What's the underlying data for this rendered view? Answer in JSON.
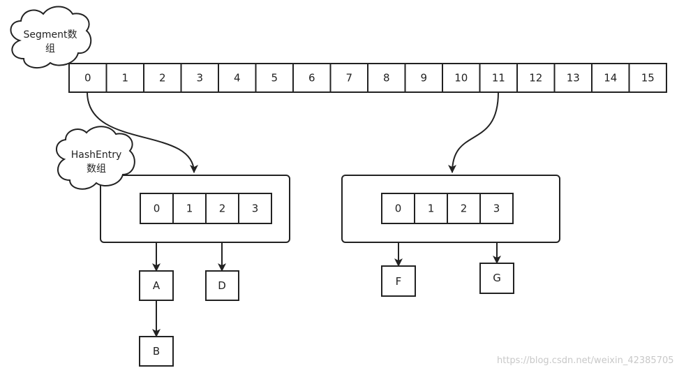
{
  "segment_label": [
    "Segment数",
    "组"
  ],
  "segment_cells": [
    "0",
    "1",
    "2",
    "3",
    "4",
    "5",
    "6",
    "7",
    "8",
    "9",
    "10",
    "11",
    "12",
    "13",
    "14",
    "15"
  ],
  "hashentry_label": [
    "HashEntry",
    "数组"
  ],
  "hashentry_left_cells": [
    "0",
    "1",
    "2",
    "3"
  ],
  "hashentry_right_cells": [
    "0",
    "1",
    "2",
    "3"
  ],
  "nodes": {
    "A": "A",
    "B": "B",
    "D": "D",
    "F": "F",
    "G": "G"
  },
  "watermark": "https://blog.csdn.net/weixin_42385705"
}
